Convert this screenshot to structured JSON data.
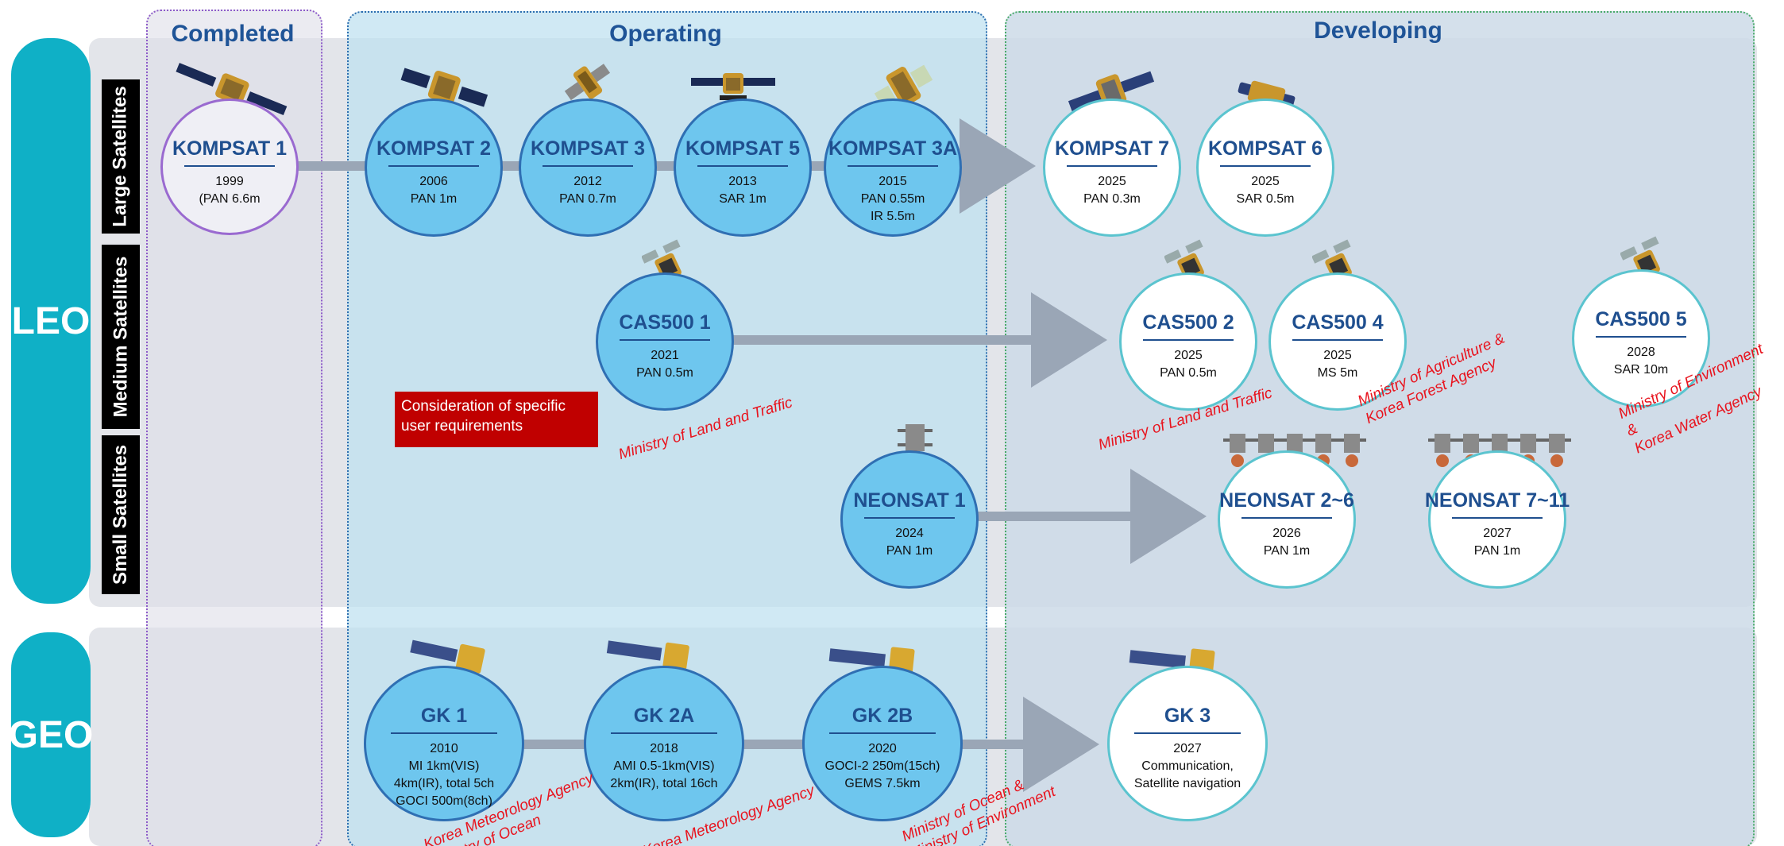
{
  "orbits": {
    "leo": "LEO",
    "geo": "GEO"
  },
  "phases": {
    "completed": "Completed",
    "operating": "Operating",
    "developing": "Developing"
  },
  "classes": {
    "large": "Large Satellites",
    "medium": "Medium Satellites",
    "small": "Small Satellites"
  },
  "satellites": {
    "kompsat1": {
      "name": "KOMPSAT 1",
      "year": "1999",
      "spec": "(PAN 6.6m"
    },
    "kompsat2": {
      "name": "KOMPSAT  2",
      "year": "2006",
      "spec": "PAN 1m"
    },
    "kompsat3": {
      "name": "KOMPSAT 3",
      "year": "2012",
      "spec": "PAN 0.7m"
    },
    "kompsat5": {
      "name": "KOMPSAT 5",
      "year": "2013",
      "spec": "SAR 1m"
    },
    "kompsat3a": {
      "name": "KOMPSAT 3A",
      "year": "2015",
      "spec": "PAN 0.55m\nIR 5.5m"
    },
    "kompsat7": {
      "name": "KOMPSAT 7",
      "year": "2025",
      "spec": "PAN 0.3m"
    },
    "kompsat6": {
      "name": "KOMPSAT 6",
      "year": "2025",
      "spec": "SAR 0.5m"
    },
    "cas500_1": {
      "name": "CAS500 1",
      "year": "2021",
      "spec": "PAN 0.5m"
    },
    "cas500_2": {
      "name": "CAS500 2",
      "year": "2025",
      "spec": "PAN 0.5m"
    },
    "cas500_4": {
      "name": "CAS500 4",
      "year": "2025",
      "spec": "MS 5m"
    },
    "cas500_5": {
      "name": "CAS500 5",
      "year": "2028",
      "spec": "SAR 10m"
    },
    "neonsat1": {
      "name": "NEONSAT 1",
      "year": "2024",
      "spec": "PAN 1m"
    },
    "neonsat2_6": {
      "name": "NEONSAT 2~6",
      "year": "2026",
      "spec": "PAN 1m"
    },
    "neonsat7_11": {
      "name": "NEONSAT 7~11",
      "year": "2027",
      "spec": "PAN 1m"
    },
    "gk1": {
      "name": "GK 1",
      "year": "2010",
      "spec": "MI 1km(VIS)\n4km(IR), total 5ch\nGOCI 500m(8ch)"
    },
    "gk2a": {
      "name": "GK 2A",
      "year": "2018",
      "spec": "AMI 0.5-1km(VIS)\n2km(IR), total 16ch"
    },
    "gk2b": {
      "name": "GK 2B",
      "year": "2020",
      "spec": "GOCI-2 250m(15ch)\nGEMS 7.5km"
    },
    "gk3": {
      "name": "GK 3",
      "year": "2027",
      "spec": "Communication,\nSatellite navigation"
    }
  },
  "agencies": {
    "cas500_1": "Ministry of Land and Traffic",
    "cas500_2": "Ministry of Land and Traffic",
    "cas500_4": "Ministry of Agriculture &\nKorea Forest Agency",
    "cas500_5": "Ministry of Environment &\nKorea Water Agency",
    "gk1": "Korea Meteorology Agency\nMinistry of Ocean",
    "gk2a": "Korea Meteorology Agency",
    "gk2b": "Ministry of Ocean &\nMinistry of Environment"
  },
  "note": "Consideration of specific\nuser requirements",
  "colors": {
    "orbit_tab": "#0fb0c6",
    "operating_fill": "#6ec6ee",
    "developing_fill": "#ffffff",
    "completed_fill": "#efeff5",
    "title_blue": "#1f5497",
    "agency_red": "#e8141e",
    "note_red": "#c00000",
    "arrow_grey": "#9aa6b6"
  }
}
